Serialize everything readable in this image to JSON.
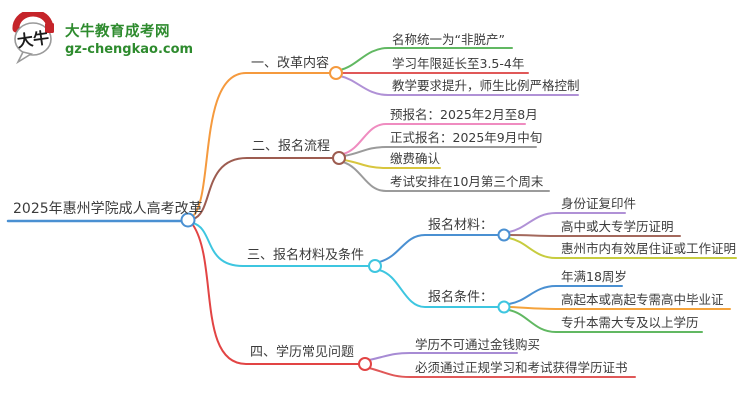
{
  "logo": {
    "bubble_text": "大牛",
    "site_name": "大牛教育成考网",
    "site_url": "gz-chengkao.com",
    "brand_green": "#2e8b2e",
    "seal_red": "#c5242a",
    "bubble_border": "#9a9a9a",
    "char_black": "#1c1c1c"
  },
  "map": {
    "text_color": "#3c3c3c",
    "root": {
      "label": "2025年惠州学院成人高考改革",
      "color": "#4a90d2"
    },
    "branches": [
      {
        "label": "一、改革内容",
        "color": "#f59a3e",
        "children": [
          {
            "label": "名称统一为“非脱产”",
            "color": "#61b862"
          },
          {
            "label": "学习年限延长至3.5-4年",
            "color": "#e05858"
          },
          {
            "label": "教学要求提升，师生比例严格控制",
            "color": "#b091d6"
          }
        ]
      },
      {
        "label": "二、报名流程",
        "color": "#9d5c50",
        "children": [
          {
            "label": "预报名：2025年2月至8月",
            "color": "#ef8cc0"
          },
          {
            "label": "正式报名：2025年9月中旬",
            "color": "#9b9b9b"
          },
          {
            "label": "缴费确认",
            "color": "#d8c63e"
          },
          {
            "label": "考试安排在10月第三个周末",
            "color": "#9b9b9b"
          }
        ]
      },
      {
        "label": "三、报名材料及条件",
        "color": "#3ec6e0",
        "children": [
          {
            "label": "报名材料：",
            "color": "#4a90d2",
            "children": [
              {
                "label": "身份证复印件",
                "color": "#b091d6"
              },
              {
                "label": "高中或大专学历证明",
                "color": "#a3685c"
              },
              {
                "label": "惠州市内有效居住证或工作证明",
                "color": "#c7cc3f"
              }
            ]
          },
          {
            "label": "报名条件：",
            "color": "#3ec6e0",
            "children": [
              {
                "label": "年满18周岁",
                "color": "#4a90d2"
              },
              {
                "label": "高起本或高起专需高中毕业证",
                "color": "#f5a33c"
              },
              {
                "label": "专升本需大专及以上学历",
                "color": "#61b862"
              }
            ]
          }
        ]
      },
      {
        "label": "四、学历常见问题",
        "color": "#e24444",
        "children": [
          {
            "label": "学历不可通过金钱购买",
            "color": "#a78bd4"
          },
          {
            "label": "必须通过正规学习和考试获得学历证书",
            "color": "#e05858"
          }
        ]
      }
    ]
  }
}
